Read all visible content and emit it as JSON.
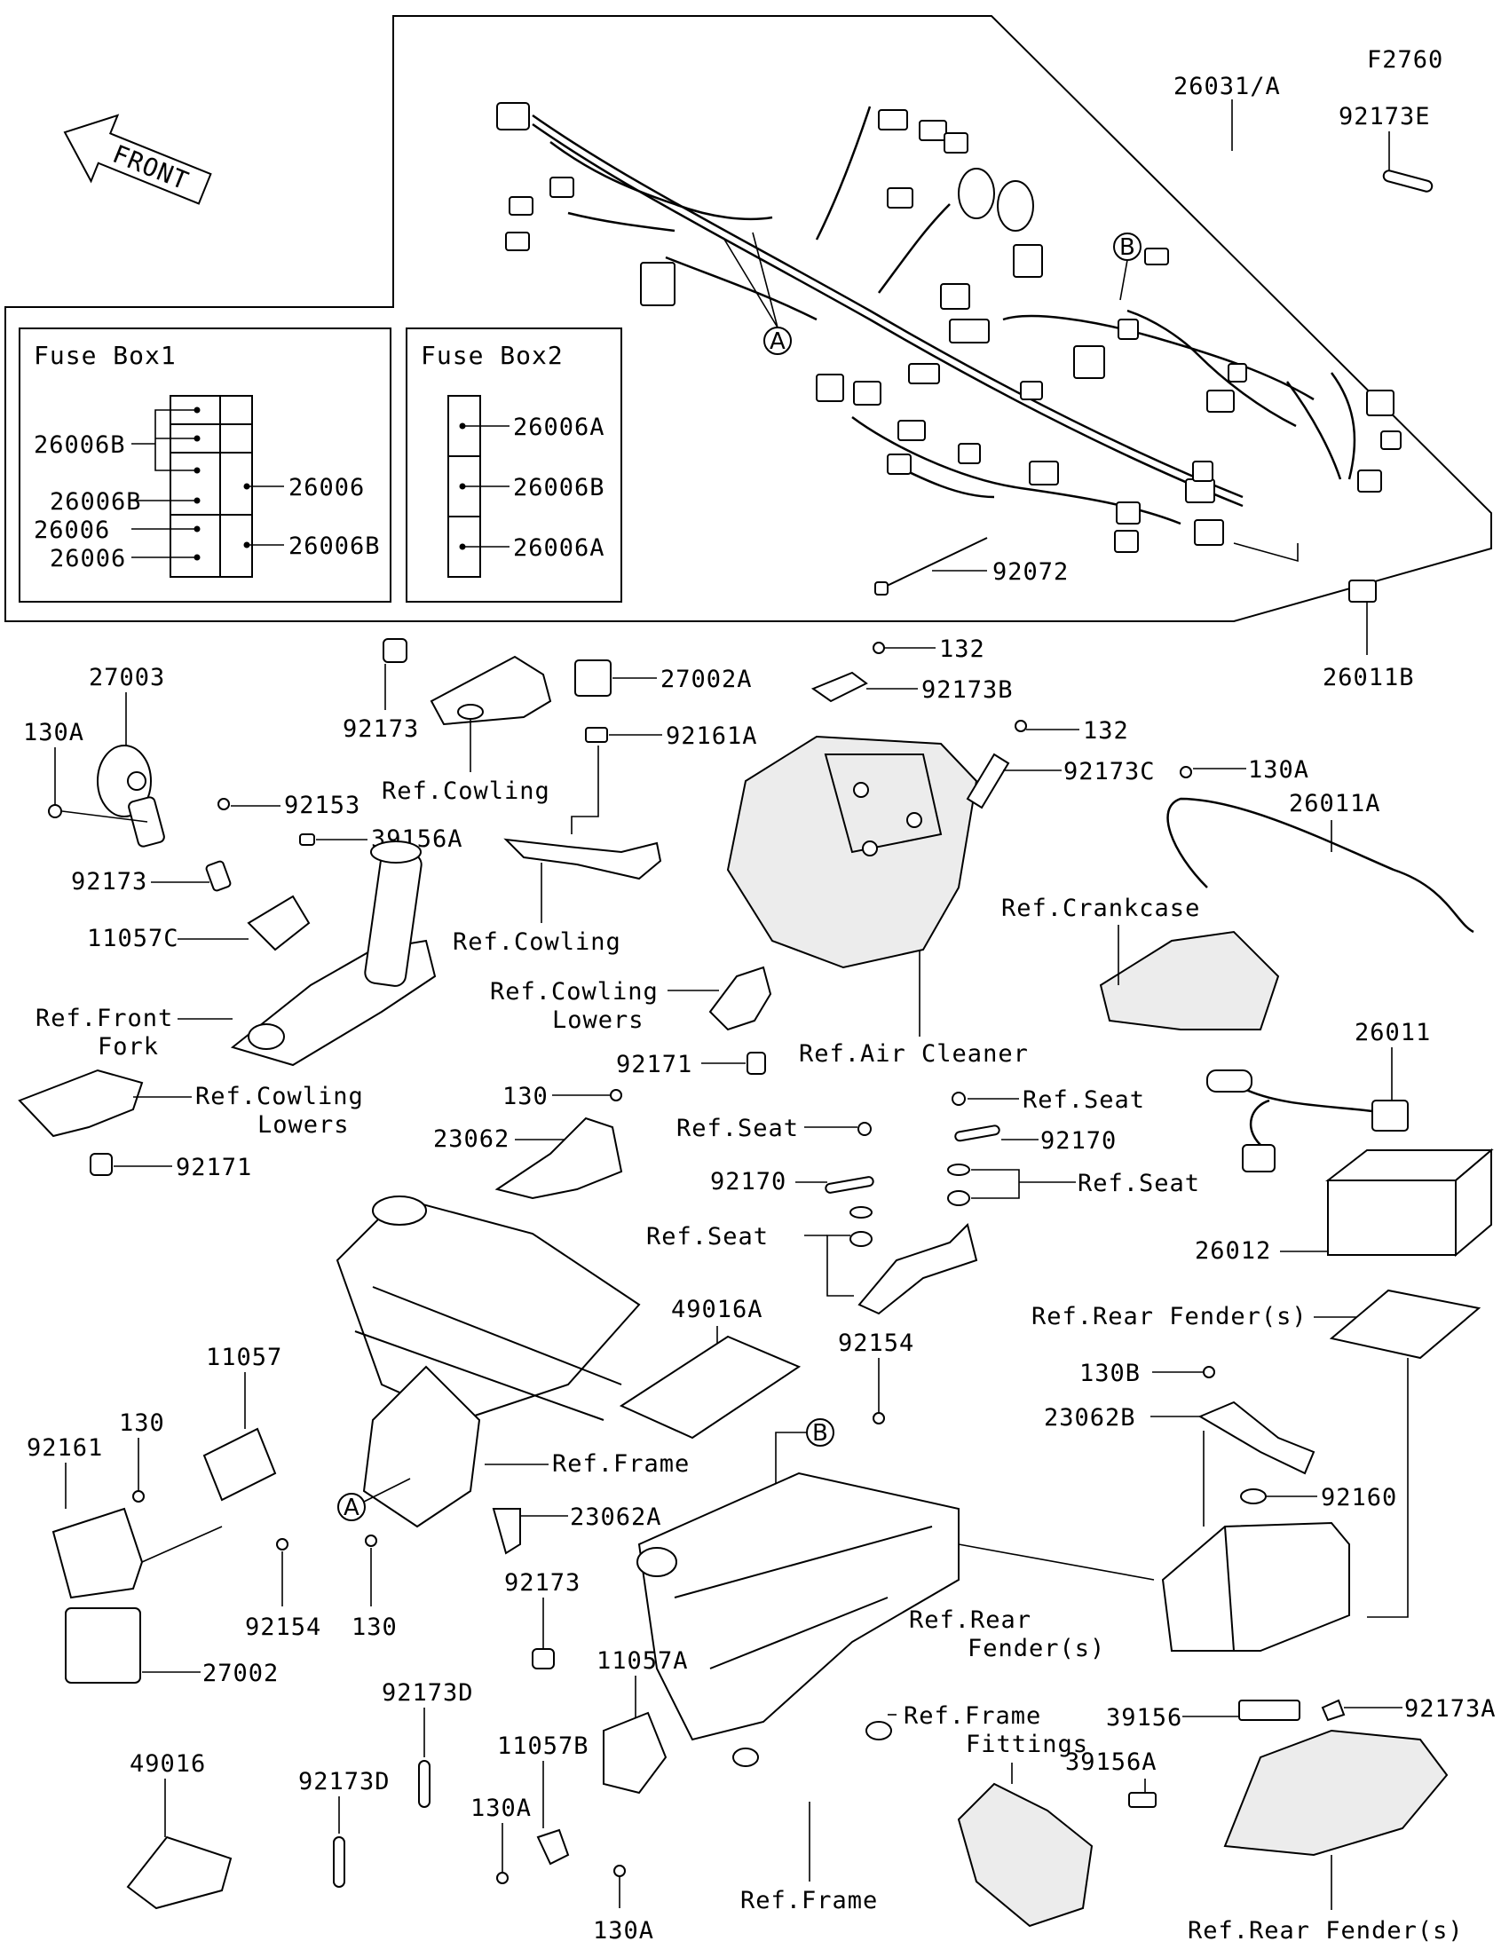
{
  "figure_code": "F2760",
  "front_arrow": {
    "text": "FRONT",
    "icon": "front-arrow-icon"
  },
  "callouts": {
    "a": "A",
    "b": "B"
  },
  "fuse_box1": {
    "title": "Fuse Box1",
    "labels": [
      "26006B",
      "26006",
      "26006B",
      "26006",
      "26006",
      "26006B"
    ]
  },
  "fuse_box2": {
    "title": "Fuse Box2",
    "labels": [
      "26006A",
      "26006B",
      "26006A"
    ]
  },
  "labels": {
    "harness": "26031/A",
    "p92173E": "92173E",
    "p92072": "92072",
    "p26011B": "26011B",
    "p27003": "27003",
    "p130A_1": "130A",
    "p92173_1": "92173",
    "ref_cowling_1": "Ref.Cowling",
    "p27002A": "27002A",
    "p92161A": "92161A",
    "p132_1": "132",
    "p92173B": "92173B",
    "p132_2": "132",
    "p92173C": "92173C",
    "p130A_2": "130A",
    "p26011A": "26011A",
    "p92153": "92153",
    "p39156A_1": "39156A",
    "p92173_2": "92173",
    "p11057C": "11057C",
    "ref_cowling_2": "Ref.Cowling",
    "ref_crankcase": "Ref.Crankcase",
    "ref_cowling_lowers_1a": "Ref.Cowling",
    "ref_cowling_lowers_1b": "Lowers",
    "ref_front_fork_a": "Ref.Front",
    "ref_front_fork_b": "Fork",
    "ref_air_cleaner": "Ref.Air Cleaner",
    "p92171_1": "92171",
    "p26011": "26011",
    "ref_cowling_lowers_2a": "Ref.Cowling",
    "ref_cowling_lowers_2b": "Lowers",
    "p92171_2": "92171",
    "p130_1": "130",
    "p23062": "23062",
    "ref_seat_1": "Ref.Seat",
    "ref_seat_2": "Ref.Seat",
    "p92170_1": "92170",
    "p92170_2": "92170",
    "ref_seat_3": "Ref.Seat",
    "ref_seat_4": "Ref.Seat",
    "p26012": "26012",
    "p49016A": "49016A",
    "ref_rear_fender_1": "Ref.Rear Fender(s)",
    "p92154_1": "92154",
    "p11057": "11057",
    "p130B": "130B",
    "p130_2": "130",
    "p23062B": "23062B",
    "p92161": "92161",
    "ref_frame_1": "Ref.Frame",
    "p92160": "92160",
    "p23062A": "23062A",
    "p92154_2": "92154",
    "p130_3": "130",
    "p92173_3": "92173",
    "ref_rear_fender_2a": "Ref.Rear",
    "ref_rear_fender_2b": "Fender(s)",
    "p27002": "27002",
    "p11057A": "11057A",
    "p92173D_1": "92173D",
    "ref_frame_fittings_a": "Ref.Frame",
    "ref_frame_fittings_b": "Fittings",
    "p39156": "39156",
    "p92173A": "92173A",
    "p49016": "49016",
    "p11057B": "11057B",
    "p92173D_2": "92173D",
    "p39156A_2": "39156A",
    "p130A_3": "130A",
    "p130A_4": "130A",
    "ref_frame_2": "Ref.Frame",
    "ref_rear_fender_3": "Ref.Rear Fender(s)"
  }
}
